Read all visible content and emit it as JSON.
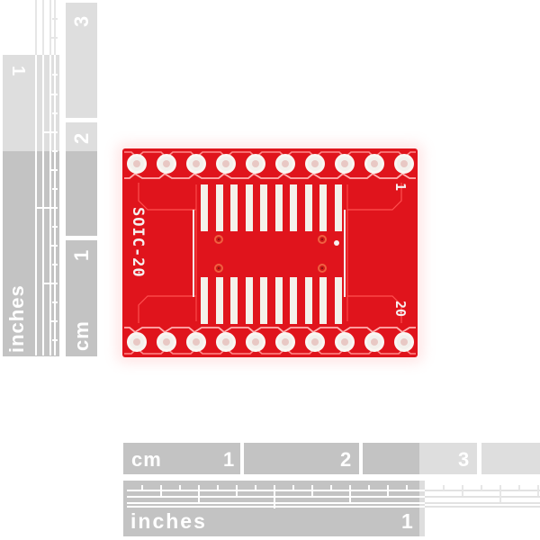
{
  "scene": {
    "subject": "SOIC-20 to DIP breakout PCB",
    "board_color": "#e0141c",
    "ruler_dark_color": "#c3c3c3",
    "ruler_light_color": "#dedede"
  },
  "pcb": {
    "package_label": "SOIC-20",
    "pin_first_label": "1",
    "pin_last_label": "20",
    "through_holes_per_row": 10,
    "smd_pads_per_row": 10
  },
  "left_rulers": {
    "inches": {
      "unit_label": "inches",
      "tick_label": "1"
    },
    "cm": {
      "unit_label": "cm",
      "tick_labels": [
        "1",
        "2",
        "3"
      ]
    }
  },
  "bottom_rulers": {
    "cm": {
      "unit_label": "cm",
      "tick_labels": [
        "1",
        "2",
        "3"
      ]
    },
    "inches": {
      "unit_label": "inches",
      "tick_label": "1"
    }
  }
}
